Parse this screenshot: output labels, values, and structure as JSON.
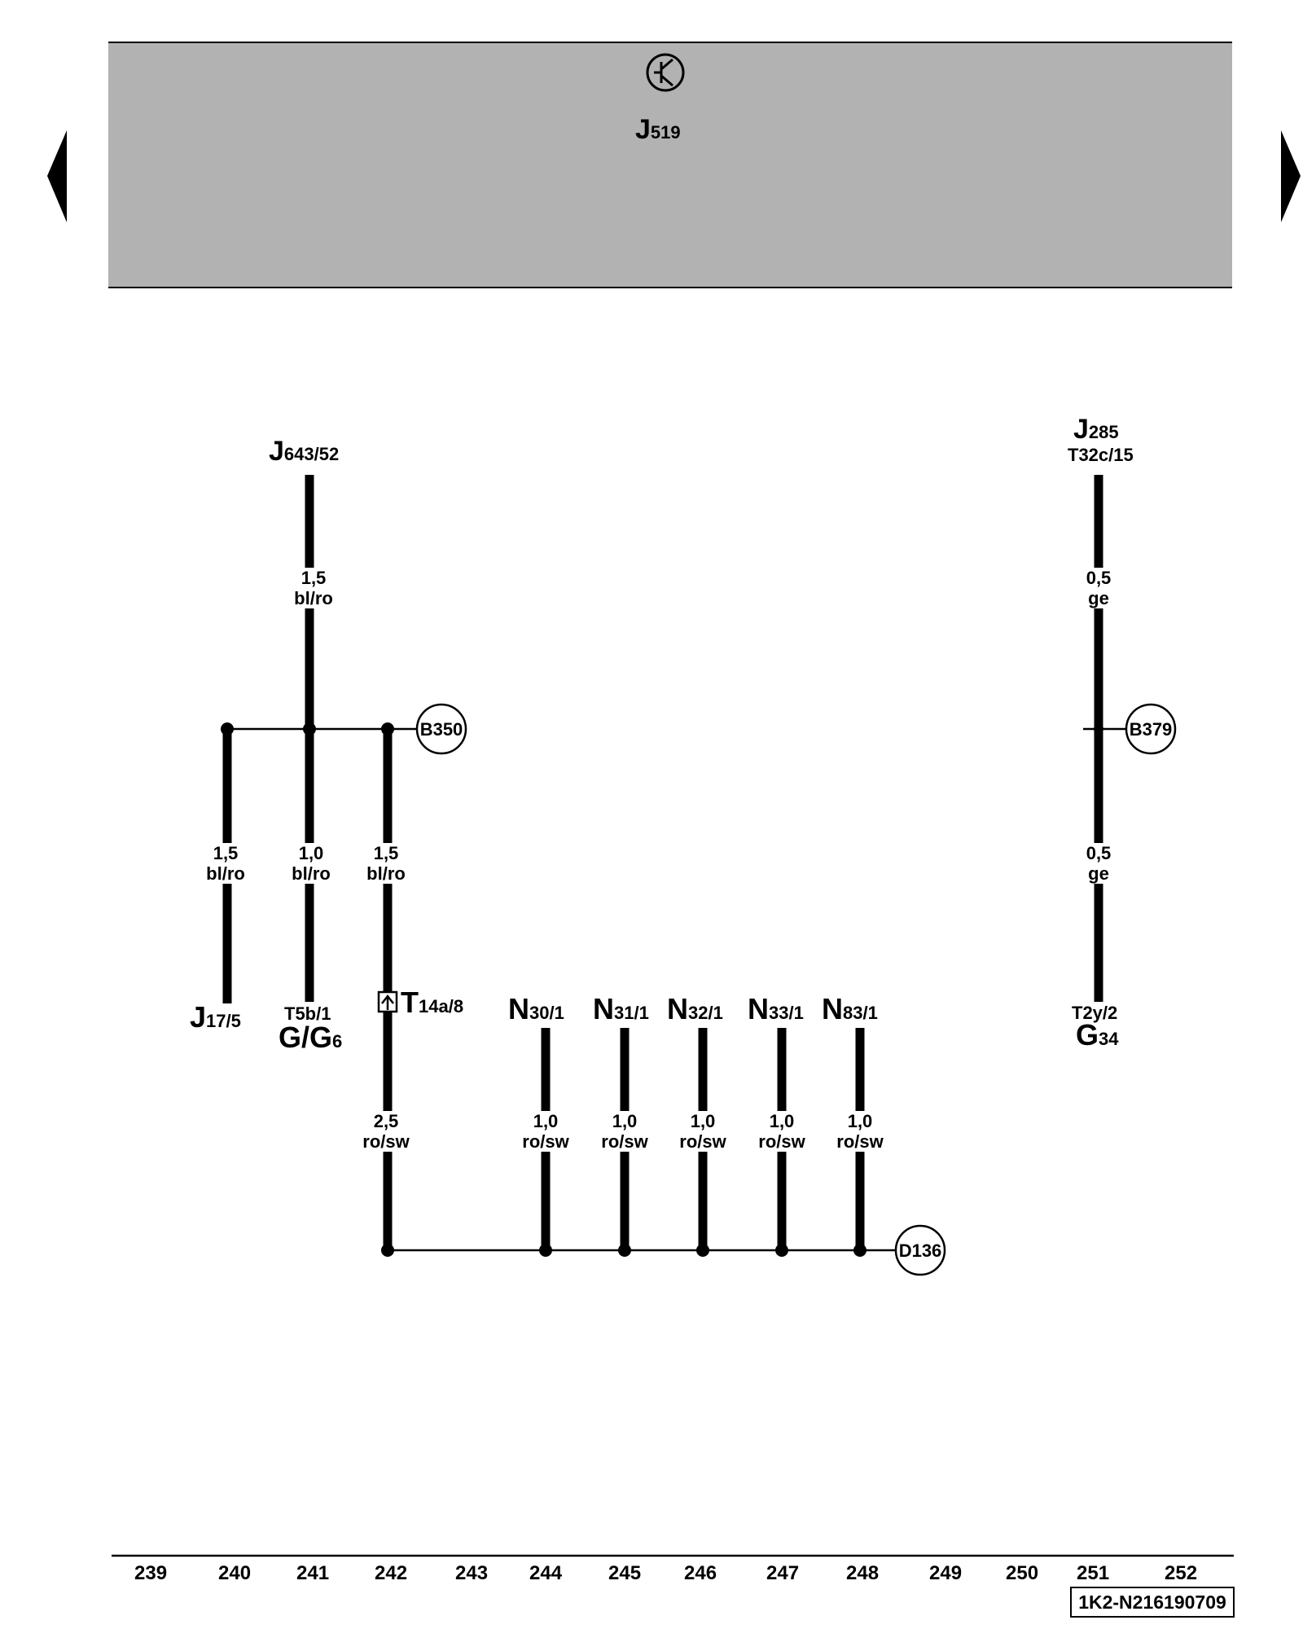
{
  "header": {
    "symbol_icon": "transistor-symbol-icon",
    "unit": {
      "main": "J",
      "sub": "519"
    }
  },
  "nav": {
    "prev_icon": "triangle-left-icon",
    "next_icon": "triangle-right-icon"
  },
  "top_connectors": {
    "j643": {
      "main": "J",
      "sub": "643/52"
    },
    "j285": {
      "main": "J",
      "sub": "285",
      "pin": "T32c/15"
    }
  },
  "wire_labels": {
    "w1": {
      "size": "1,5",
      "color": "bl/ro"
    },
    "w2": {
      "size": "1,5",
      "color": "bl/ro"
    },
    "w3": {
      "size": "1,0",
      "color": "bl/ro"
    },
    "w4": {
      "size": "1,5",
      "color": "bl/ro"
    },
    "w5": {
      "size": "2,5",
      "color": "ro/sw"
    },
    "w6": {
      "size": "1,0",
      "color": "ro/sw"
    },
    "w7": {
      "size": "1,0",
      "color": "ro/sw"
    },
    "w8": {
      "size": "1,0",
      "color": "ro/sw"
    },
    "w9": {
      "size": "1,0",
      "color": "ro/sw"
    },
    "w10": {
      "size": "1,0",
      "color": "ro/sw"
    },
    "w11": {
      "size": "0,5",
      "color": "ge"
    },
    "w12": {
      "size": "0,5",
      "color": "ge"
    }
  },
  "nodes": {
    "b350": "B350",
    "b379": "B379",
    "d136": "D136"
  },
  "bottom_connectors": {
    "j17": {
      "main": "J",
      "sub": "17/5"
    },
    "t5b": {
      "pin": "T5b/1",
      "main": "G/G",
      "sub": "6"
    },
    "t14a": {
      "main": "T",
      "sub": "14a/8",
      "icon": "connector-plug-icon"
    },
    "n30": {
      "main": "N",
      "sub": "30/1"
    },
    "n31": {
      "main": "N",
      "sub": "31/1"
    },
    "n32": {
      "main": "N",
      "sub": "32/1"
    },
    "n33": {
      "main": "N",
      "sub": "33/1"
    },
    "n83": {
      "main": "N",
      "sub": "83/1"
    },
    "t2y": {
      "pin": "T2y/2",
      "main": "G",
      "sub": "34"
    }
  },
  "columns": [
    "239",
    "240",
    "241",
    "242",
    "243",
    "244",
    "245",
    "246",
    "247",
    "248",
    "249",
    "250",
    "251",
    "252"
  ],
  "doc_id": "1K2-N216190709"
}
